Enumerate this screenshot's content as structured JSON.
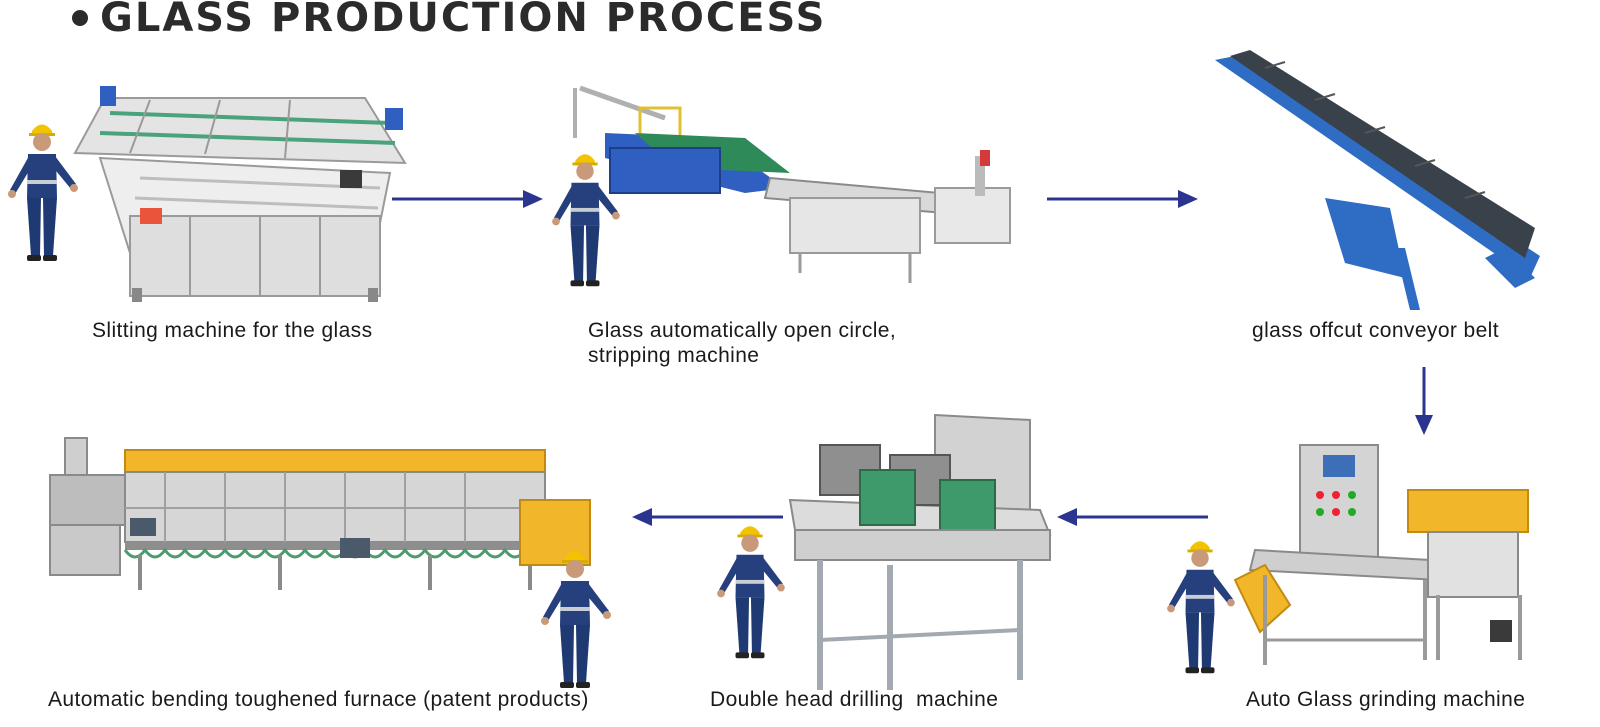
{
  "title": "GLASS PRODUCTION PROCESS",
  "colors": {
    "arrow": "#2b3590",
    "worker_suit": "#25407d",
    "helmet": "#f2c400",
    "machine_frame": "#d8d8d8",
    "machine_blue": "#2f5fc0",
    "conveyor_belt": "#39414a",
    "furnace_yellow": "#f2b62a"
  },
  "steps": [
    {
      "label": "Slitting machine for the glass",
      "icon": "slitting-machine-icon"
    },
    {
      "label": "Glass automatically open circle,",
      "label_line2": "stripping machine",
      "icon": "stripping-machine-icon"
    },
    {
      "label": "glass offcut conveyor belt",
      "icon": "conveyor-belt-icon"
    },
    {
      "label": "Auto Glass grinding machine",
      "icon": "grinding-machine-icon"
    },
    {
      "label": "Double head drilling  machine",
      "icon": "drilling-machine-icon"
    },
    {
      "label": "Automatic bending toughened furnace (patent products)",
      "icon": "furnace-icon"
    }
  ]
}
